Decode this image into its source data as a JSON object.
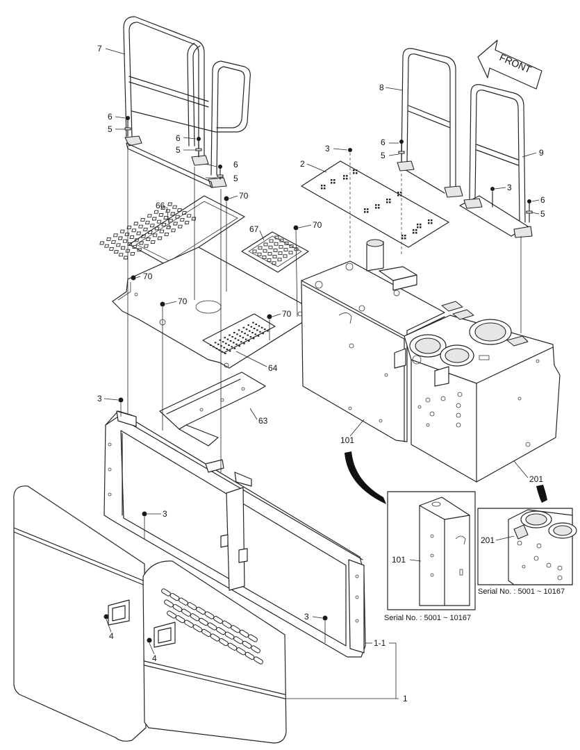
{
  "direction_label": "FRONT",
  "callouts": [
    {
      "id": "c7",
      "text": "7"
    },
    {
      "id": "c6a",
      "text": "6"
    },
    {
      "id": "c5a",
      "text": "5"
    },
    {
      "id": "c6b",
      "text": "6"
    },
    {
      "id": "c5b",
      "text": "5"
    },
    {
      "id": "c6c",
      "text": "6"
    },
    {
      "id": "c5c",
      "text": "5"
    },
    {
      "id": "c70a",
      "text": "70"
    },
    {
      "id": "c66",
      "text": "66"
    },
    {
      "id": "c67",
      "text": "67"
    },
    {
      "id": "c70b",
      "text": "70"
    },
    {
      "id": "c70c",
      "text": "70"
    },
    {
      "id": "c70d",
      "text": "70"
    },
    {
      "id": "c70e",
      "text": "70"
    },
    {
      "id": "c64",
      "text": "64"
    },
    {
      "id": "c3a",
      "text": "3"
    },
    {
      "id": "c63",
      "text": "63"
    },
    {
      "id": "c3b",
      "text": "3"
    },
    {
      "id": "c4a",
      "text": "4"
    },
    {
      "id": "c4b",
      "text": "4"
    },
    {
      "id": "c3c",
      "text": "3"
    },
    {
      "id": "c1-1",
      "text": "1-1"
    },
    {
      "id": "c1",
      "text": "1"
    },
    {
      "id": "c8",
      "text": "8"
    },
    {
      "id": "c3d",
      "text": "3"
    },
    {
      "id": "c2",
      "text": "2"
    },
    {
      "id": "c6d",
      "text": "6"
    },
    {
      "id": "c5d",
      "text": "5"
    },
    {
      "id": "c9",
      "text": "9"
    },
    {
      "id": "c3e",
      "text": "3"
    },
    {
      "id": "c6e",
      "text": "6"
    },
    {
      "id": "c5e",
      "text": "5"
    },
    {
      "id": "c101",
      "text": "101"
    },
    {
      "id": "c201",
      "text": "201"
    },
    {
      "id": "c101-inset",
      "text": "101"
    },
    {
      "id": "c201-inset",
      "text": "201"
    }
  ],
  "inset_captions": {
    "inset_101": "Serial No. : 5001 ~ 10167",
    "inset_201": "Serial No. : 5001 ~ 10167"
  }
}
